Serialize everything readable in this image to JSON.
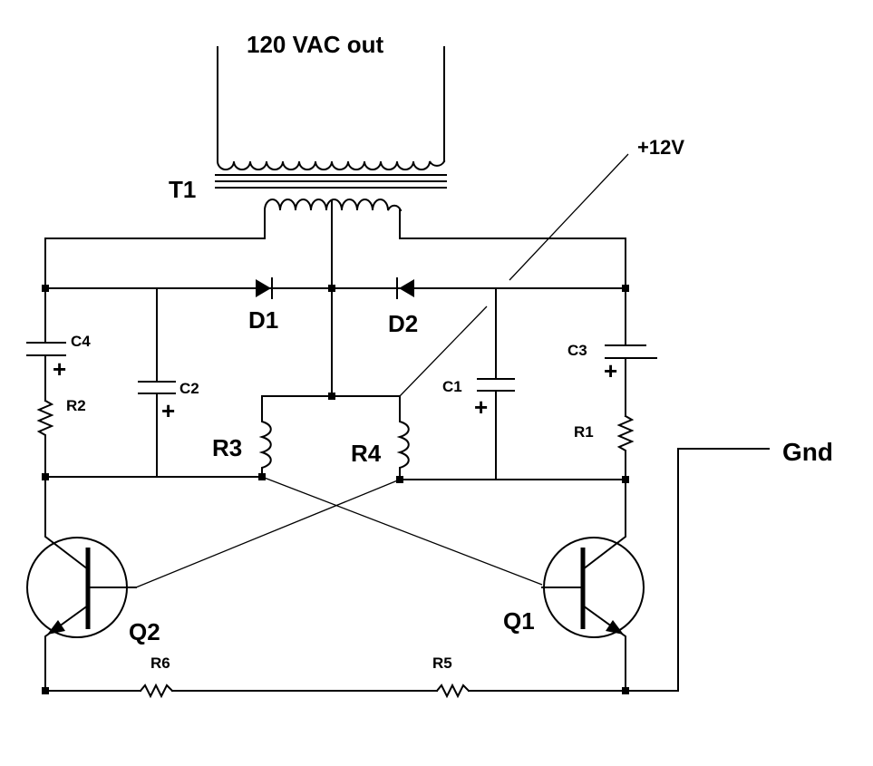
{
  "labels": {
    "output": "120 VAC out",
    "transformer": "T1",
    "supply": "+12V",
    "ground": "Gnd",
    "d1": "D1",
    "d2": "D2",
    "c1": "C1",
    "c2": "C2",
    "c3": "C3",
    "c4": "C4",
    "r1": "R1",
    "r2": "R2",
    "r3": "R3",
    "r4": "R4",
    "r5": "R5",
    "r6": "R6",
    "q1": "Q1",
    "q2": "Q2"
  },
  "plus_sign": "+"
}
